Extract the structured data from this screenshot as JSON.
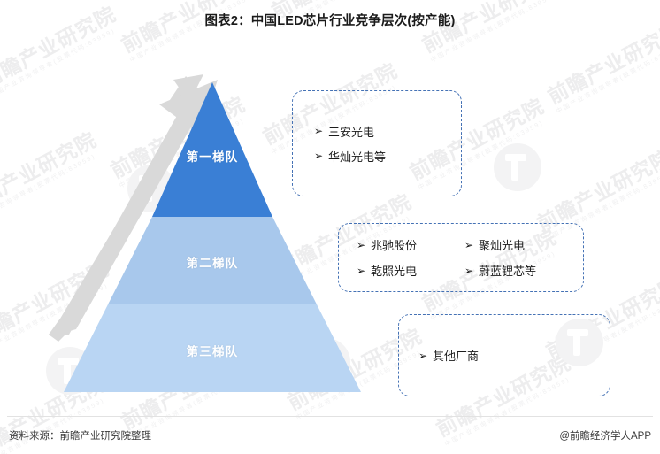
{
  "chart": {
    "title": "图表2：中国LED芯片行业竞争层次(按产能)",
    "type": "pyramid",
    "tiers": [
      {
        "label": "第一梯队",
        "color": "#3a7fd5",
        "rank": 1,
        "companies": [
          "三安光电",
          "华灿光电等"
        ]
      },
      {
        "label": "第二梯队",
        "color": "#a8c8ec",
        "rank": 2,
        "companies": [
          "兆驰股份",
          "聚灿光电",
          "乾照光电",
          "蔚蓝锂芯等"
        ]
      },
      {
        "label": "第三梯队",
        "color": "#b9d5f3",
        "rank": 3,
        "companies": [
          "其他厂商"
        ]
      }
    ]
  },
  "callouts": [
    {
      "id": "tier-1-callout",
      "rows": [
        [
          "三安光电"
        ],
        [
          "华灿光电等"
        ]
      ]
    },
    {
      "id": "tier-2-callout",
      "rows": [
        [
          "兆驰股份",
          "聚灿光电"
        ],
        [
          "乾照光电",
          "蔚蓝锂芯等"
        ]
      ]
    },
    {
      "id": "tier-3-callout",
      "rows": [
        [
          "其他厂商"
        ]
      ]
    }
  ],
  "bullet_glyph": "➢",
  "arrow": {
    "icon_name": "growth-arrow-icon",
    "color": "#d9d9d9",
    "direction": "up-right"
  },
  "footer": {
    "source": "资料来源：前瞻产业研究院整理",
    "brand": "@前瞻经济学人APP"
  },
  "watermark": {
    "text": "前瞻产业研究院",
    "subtext": "中国产业咨询领导者(股票代码:83959)",
    "color": "#ededee"
  },
  "colors": {
    "tier1": "#3a7fd5",
    "tier2": "#a8c8ec",
    "tier3": "#b9d5f3",
    "callout_border": "#4572b5",
    "arrow": "#d9d9d9",
    "title_text": "#1a1a1a",
    "footer_text": "#3a3a3a"
  }
}
